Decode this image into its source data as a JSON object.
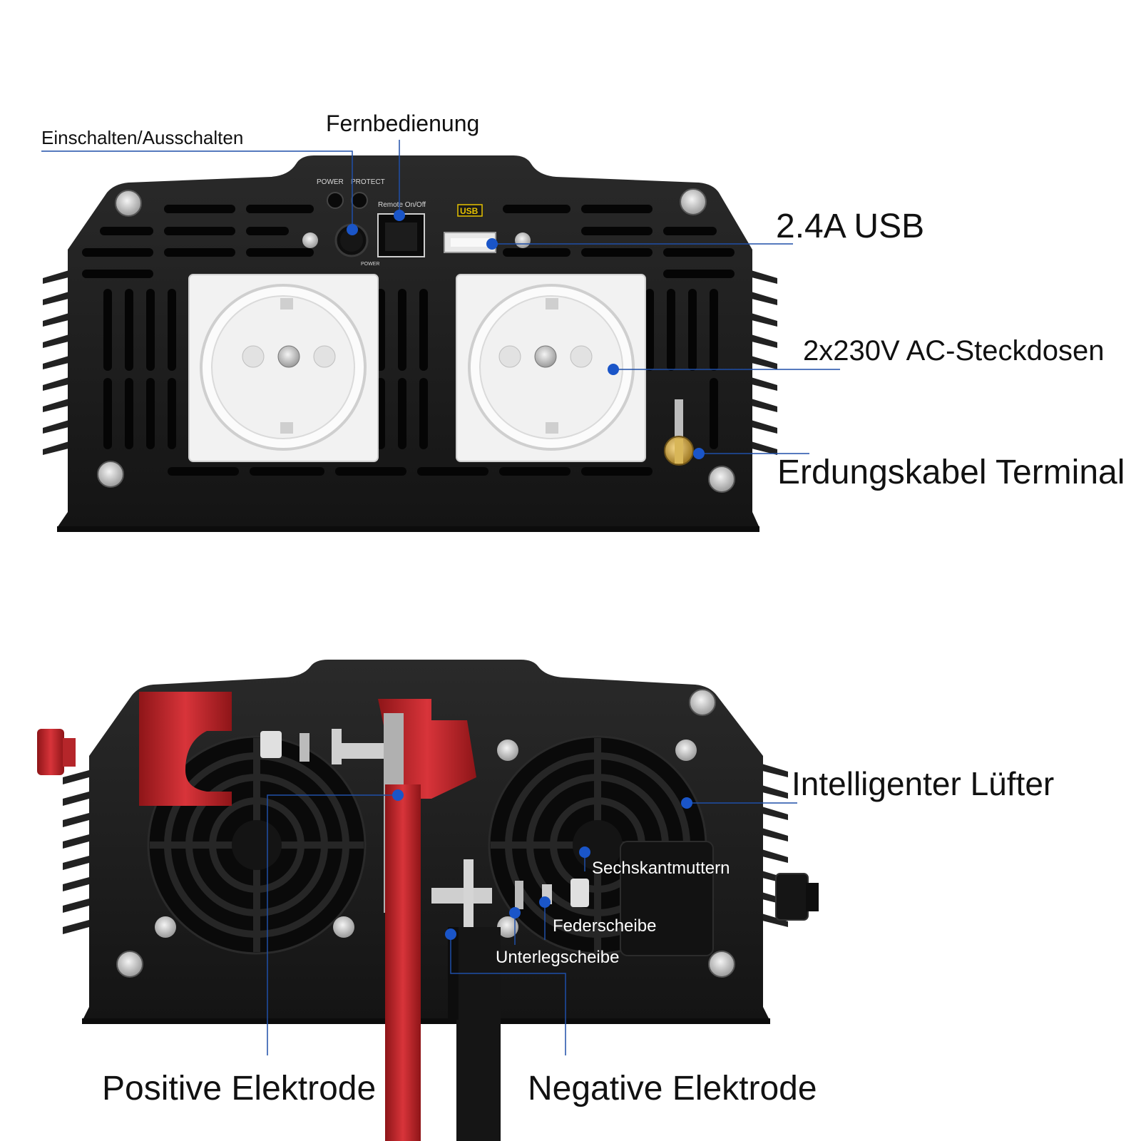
{
  "front_view": {
    "panel_text": {
      "power": "POWER",
      "protect": "PROTECT",
      "remote": "Remote On/Off",
      "usb": "USB",
      "power_small": "POWER"
    },
    "labels": {
      "power_switch": "Einschalten/Ausschalten",
      "remote": "Fernbedienung",
      "usb": "2.4A USB",
      "sockets": "2x230V AC-Steckdosen",
      "ground": "Erdungskabel Terminal"
    }
  },
  "rear_view": {
    "labels": {
      "fan": "Intelligenter Lüfter",
      "hex_nut": "Sechskantmuttern",
      "spring_washer": "Federscheibe",
      "washer": "Unterlegscheibe",
      "positive": "Positive Elektrode",
      "negative": "Negative Elektrode"
    }
  },
  "colors": {
    "callout_line": "#1f4fa8",
    "callout_dot": "#1a55c8",
    "housing": "#1b1b1b",
    "socket": "#f2f2f2",
    "red_cable": "#c0262a",
    "black_cable": "#151515"
  }
}
